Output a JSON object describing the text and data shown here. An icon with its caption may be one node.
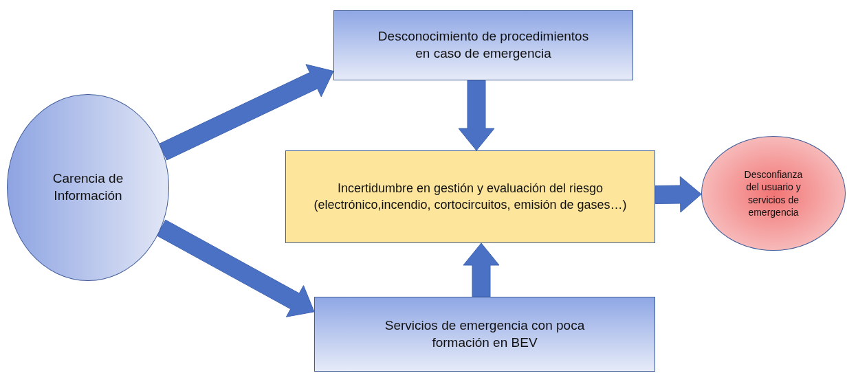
{
  "diagram": {
    "nodes": [
      {
        "text": [
          "Carencia de Información"
        ]
      },
      {
        "text": [
          "Desconocimiento de procedimientos en caso de emergencia"
        ]
      },
      {
        "text": [
          "Incertidumbre en gestión y evaluación del riesgo (electrónico,incendio, cortocircuitos, emisión de gases…)"
        ]
      },
      {
        "text": [
          "Servicios de emergencia con poca formación en BEV"
        ]
      },
      {
        "text": [
          "Desconfianza del usuario y servicios de emergencia"
        ]
      }
    ],
    "edges": [
      {
        "from": 0,
        "to": 1,
        "arrow": "to"
      },
      {
        "from": 0,
        "to": 3,
        "arrow": "to"
      },
      {
        "from": 1,
        "to": 2,
        "arrow": "to"
      },
      {
        "from": 3,
        "to": 2,
        "arrow": "to"
      },
      {
        "from": 2,
        "to": 4,
        "arrow": "to"
      }
    ]
  }
}
